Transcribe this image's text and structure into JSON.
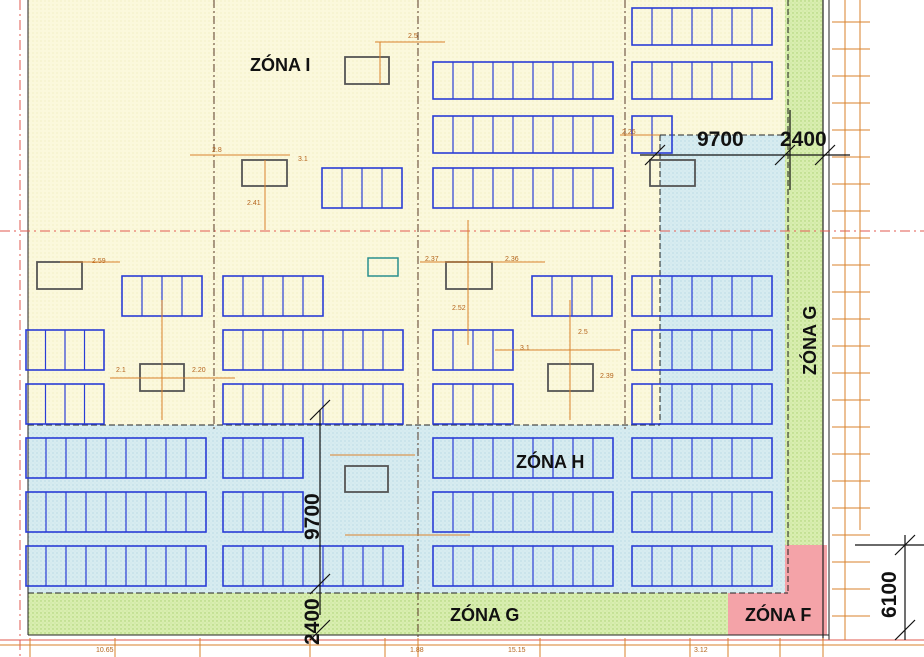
{
  "zones": [
    {
      "id": "I",
      "label": "ZÓNA I"
    },
    {
      "id": "H",
      "label": "ZÓNA H"
    },
    {
      "id": "G-right",
      "label": "ZÓNA G"
    },
    {
      "id": "G-bottom",
      "label": "ZÓNA G"
    },
    {
      "id": "F",
      "label": "ZÓNA F"
    }
  ],
  "dimensions": {
    "top_width": "9700",
    "top_band": "2400",
    "left_height": "9700",
    "bottom_band": "2400",
    "corner_height": "6100"
  },
  "small_labels": {
    "a": "2.5",
    "b": "2.26",
    "c": "2.8",
    "d": "3.1",
    "e": "2.41",
    "f": "2.59",
    "g": "2.37",
    "h": "2.36",
    "i": "2.52",
    "j": "2.5",
    "k": "3.1",
    "l": "2.1",
    "m": "2.20",
    "n": "2.39",
    "o": "10.65",
    "p": "1.88",
    "q": "15.15",
    "r": "3.12"
  },
  "colors": {
    "zone_i": "#fbf8dc",
    "zone_h": "#d7ecf0",
    "zone_g": "#d9eeb0",
    "zone_f": "#f4a3a8",
    "bay": "#2a3dd6",
    "dimension_orange": "#d9822b",
    "grid_red": "#e05a4f"
  }
}
